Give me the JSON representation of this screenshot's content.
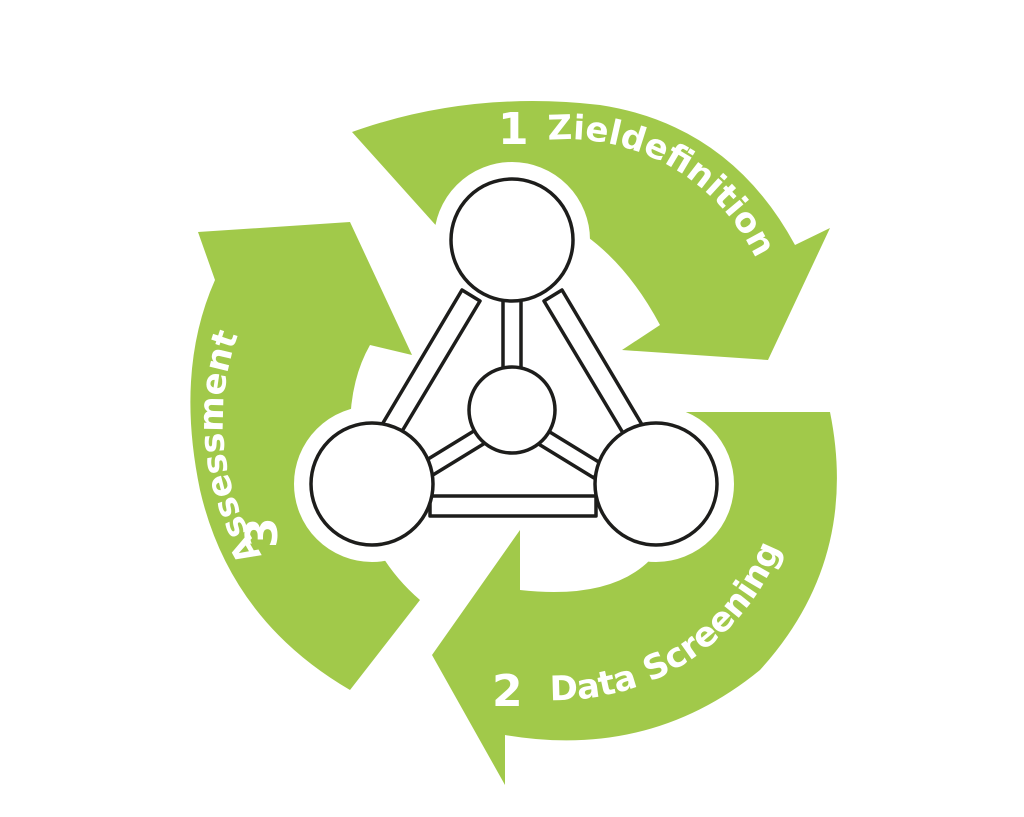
{
  "diagram": {
    "accent_color": "#a1c94a",
    "outline_color": "#1d1d1b",
    "center_icon": "molecule-icon",
    "steps": [
      {
        "number": "1",
        "label": "Zieldefinition"
      },
      {
        "number": "2",
        "label": "Data Screening"
      },
      {
        "number": "3",
        "label": "Assessment"
      }
    ]
  }
}
